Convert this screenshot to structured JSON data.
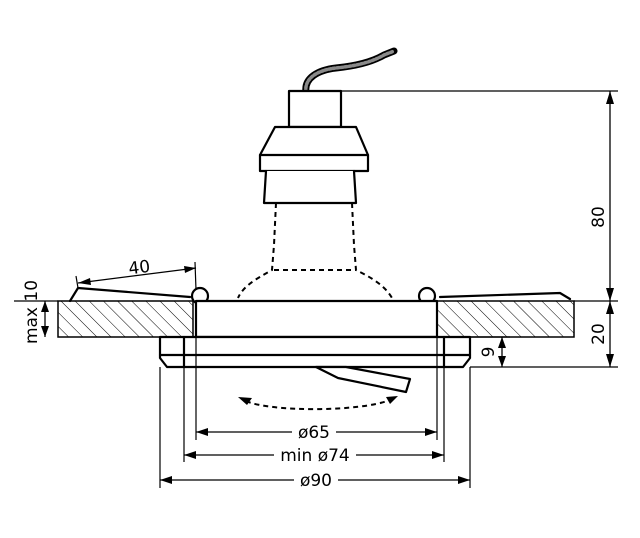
{
  "labels": {
    "height_total": "80",
    "ceiling_thickness": "20",
    "clamp_reach": "40",
    "max_ceiling": "max 10",
    "bezel_depth": "9",
    "inner_diameter": "ø65",
    "cutout_diameter": "min ø74",
    "outer_diameter": "ø90"
  }
}
